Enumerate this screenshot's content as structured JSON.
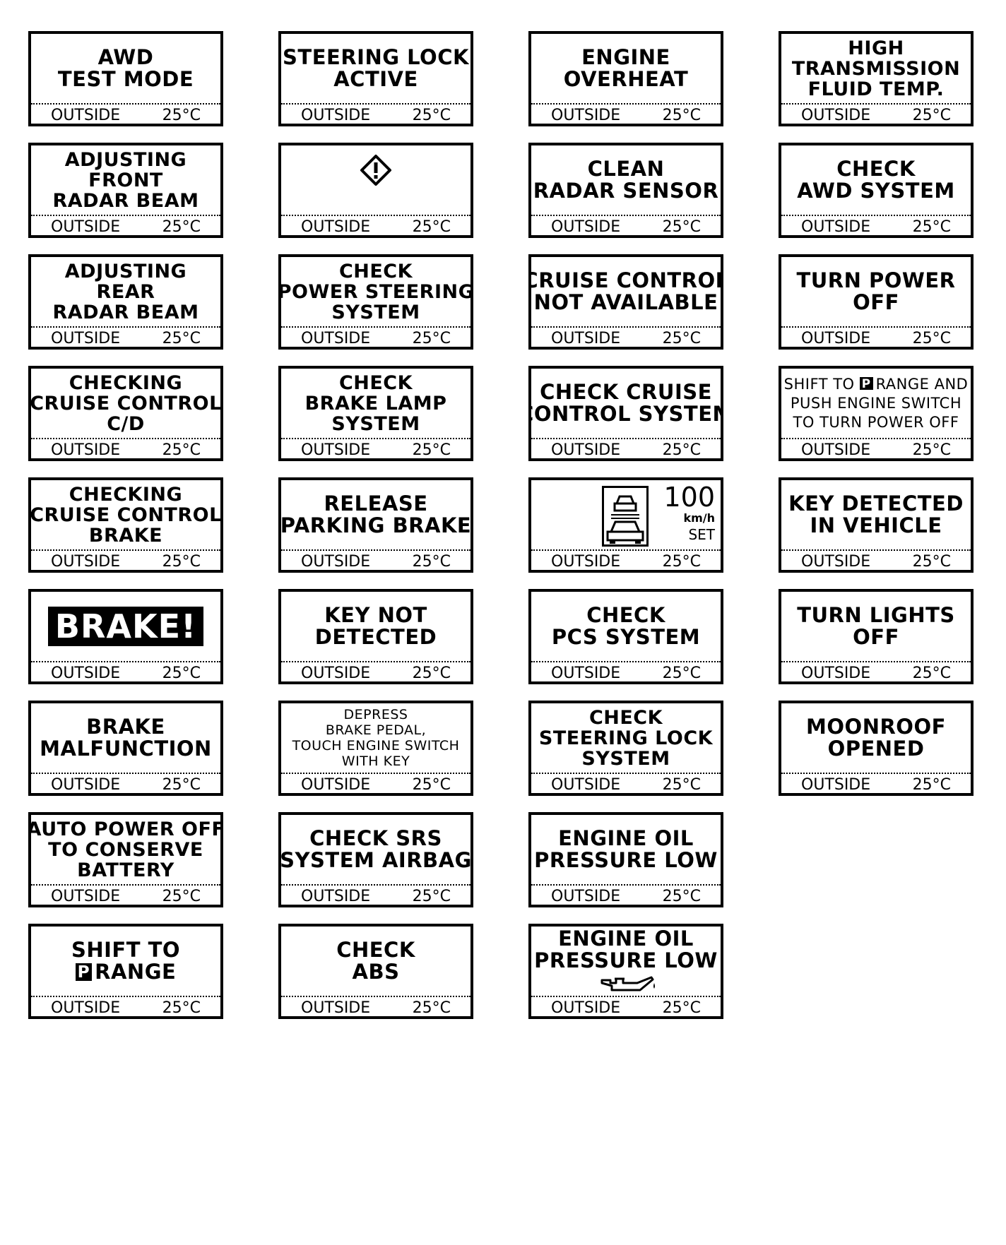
{
  "footer": {
    "outside_label": "OUTSIDE",
    "temperature": "25°C"
  },
  "panels": [
    {
      "col": 0,
      "row": 0,
      "kind": "text",
      "lines": [
        "AWD",
        "TEST MODE"
      ]
    },
    {
      "col": 1,
      "row": 0,
      "kind": "text",
      "lines": [
        "STEERING LOCK",
        "ACTIVE"
      ]
    },
    {
      "col": 2,
      "row": 0,
      "kind": "text",
      "lines": [
        "ENGINE",
        "OVERHEAT"
      ]
    },
    {
      "col": 3,
      "row": 0,
      "kind": "text",
      "lines": [
        "HIGH",
        "TRANSMISSION",
        "FLUID TEMP."
      ]
    },
    {
      "col": 0,
      "row": 1,
      "kind": "text",
      "lines": [
        "ADJUSTING",
        "FRONT",
        "RADAR BEAM"
      ]
    },
    {
      "col": 1,
      "row": 1,
      "kind": "icon",
      "icon": "warning-diamond-icon"
    },
    {
      "col": 2,
      "row": 1,
      "kind": "text",
      "lines": [
        "CLEAN",
        "RADAR SENSOR"
      ]
    },
    {
      "col": 3,
      "row": 1,
      "kind": "text",
      "lines": [
        "CHECK",
        "AWD SYSTEM"
      ]
    },
    {
      "col": 0,
      "row": 2,
      "kind": "text",
      "lines": [
        "ADJUSTING",
        "REAR",
        "RADAR BEAM"
      ]
    },
    {
      "col": 1,
      "row": 2,
      "kind": "text",
      "lines": [
        "CHECK",
        "POWER STEERING",
        "SYSTEM"
      ]
    },
    {
      "col": 2,
      "row": 2,
      "kind": "text",
      "lines": [
        "CRUISE CONTROL",
        "NOT AVAILABLE"
      ]
    },
    {
      "col": 3,
      "row": 2,
      "kind": "text",
      "lines": [
        "TURN POWER",
        "OFF"
      ]
    },
    {
      "col": 0,
      "row": 3,
      "kind": "text",
      "lines": [
        "CHECKING",
        "CRUISE CONTROL",
        "C/D"
      ]
    },
    {
      "col": 1,
      "row": 3,
      "kind": "text",
      "lines": [
        "CHECK",
        "BRAKE LAMP",
        "SYSTEM"
      ]
    },
    {
      "col": 2,
      "row": 3,
      "kind": "text",
      "lines": [
        "CHECK CRUISE",
        "CONTROL SYSTEM"
      ]
    },
    {
      "col": 3,
      "row": 3,
      "kind": "shift_power",
      "line1_pre": "SHIFT TO",
      "p": "P",
      "line1_post": "RANGE AND",
      "line2": "PUSH ENGINE SWITCH",
      "line3": "TO TURN POWER OFF"
    },
    {
      "col": 0,
      "row": 4,
      "kind": "text",
      "lines": [
        "CHECKING",
        "CRUISE CONTROL",
        "BRAKE"
      ]
    },
    {
      "col": 1,
      "row": 4,
      "kind": "text",
      "lines": [
        "RELEASE",
        "PARKING BRAKE"
      ]
    },
    {
      "col": 2,
      "row": 4,
      "kind": "cruise",
      "icon": "radar-cruise-car-icon",
      "speed": "100",
      "unit": "km/h",
      "status": "SET"
    },
    {
      "col": 3,
      "row": 4,
      "kind": "text",
      "lines": [
        "KEY DETECTED",
        "IN VEHICLE"
      ]
    },
    {
      "col": 0,
      "row": 5,
      "kind": "badge",
      "badge": "BRAKE!"
    },
    {
      "col": 1,
      "row": 5,
      "kind": "text",
      "lines": [
        "KEY NOT",
        "DETECTED"
      ]
    },
    {
      "col": 2,
      "row": 5,
      "kind": "text",
      "lines": [
        "CHECK",
        "PCS SYSTEM"
      ]
    },
    {
      "col": 3,
      "row": 5,
      "kind": "text",
      "lines": [
        "TURN LIGHTS",
        "OFF"
      ]
    },
    {
      "col": 0,
      "row": 6,
      "kind": "text",
      "lines": [
        "BRAKE",
        "MALFUNCTION"
      ]
    },
    {
      "col": 1,
      "row": 6,
      "kind": "text4",
      "lines": [
        "DEPRESS",
        "BRAKE PEDAL,",
        "TOUCH ENGINE SWITCH",
        "WITH KEY"
      ]
    },
    {
      "col": 2,
      "row": 6,
      "kind": "text",
      "lines": [
        "CHECK",
        "STEERING LOCK",
        "SYSTEM"
      ]
    },
    {
      "col": 3,
      "row": 6,
      "kind": "text",
      "lines": [
        "MOONROOF",
        "OPENED"
      ]
    },
    {
      "col": 0,
      "row": 7,
      "kind": "text",
      "lines": [
        "AUTO POWER OFF",
        "TO CONSERVE",
        "BATTERY"
      ]
    },
    {
      "col": 1,
      "row": 7,
      "kind": "text",
      "lines": [
        "CHECK SRS",
        "SYSTEM AIRBAG"
      ]
    },
    {
      "col": 2,
      "row": 7,
      "kind": "text",
      "lines": [
        "ENGINE OIL",
        "PRESSURE LOW"
      ]
    },
    {
      "col": 0,
      "row": 8,
      "kind": "shift_p",
      "line1": "SHIFT TO",
      "p": "P",
      "line2": "RANGE"
    },
    {
      "col": 1,
      "row": 8,
      "kind": "text",
      "lines": [
        "CHECK",
        "ABS"
      ]
    },
    {
      "col": 2,
      "row": 8,
      "kind": "oil",
      "lines": [
        "ENGINE OIL",
        "PRESSURE LOW"
      ],
      "icon": "oil-can-icon"
    }
  ]
}
